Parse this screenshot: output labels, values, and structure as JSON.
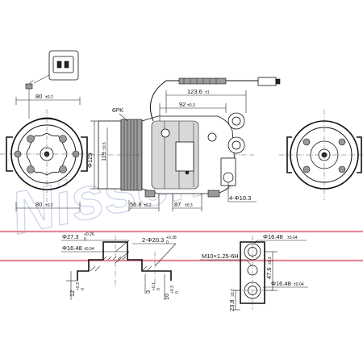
{
  "watermark": "Nissens",
  "colors": {
    "band": "#e6879a",
    "watermark": "#a9b8d4",
    "line": "#111111"
  },
  "dimensions": {
    "width_80_top": "80",
    "width_80_top_tol": "±0.2",
    "width_80_bottom": "80",
    "width_80_bottom_tol": "±0.2",
    "pulley_6pk": "6PK",
    "pulley_dia": "Φ125",
    "height_119": "119",
    "height_119_tol": "±0.5",
    "len_123": "123.6",
    "len_123_tol": "±1",
    "len_92": "92",
    "len_92_tol": "±0.3",
    "len_56": "56.8",
    "len_56_tol": "±0.2",
    "len_87": "87",
    "len_87_tol": "±0.3",
    "holes": "4-Φ10.3",
    "fit_27": "Φ27.3",
    "fit_27_tol_up": "+0.26",
    "fit_27_tol_dn": "0",
    "fit_16_left": "Φ16.48",
    "fit_16_left_tol": "±0.04",
    "fit_20": "2-Φ20.3",
    "fit_20_tol_up": "+0.28",
    "fit_20_tol_dn": "0",
    "thread": "M10×1.25-6H",
    "fit_16_right_top": "Φ16.48",
    "fit_16_right_top_tol": "±0.04",
    "depth_47": "47.6",
    "depth_47_tol": "±0.2",
    "fit_16_right_bot": "Φ16.48",
    "fit_16_right_bot_tol": "±0.04",
    "depth_23": "23.8",
    "depth_23_tol": "±0.2",
    "h_12": "12",
    "h_12_tol_up": "+0.3",
    "h_12_tol_dn": "0",
    "h_3": "3",
    "h_3_tol_up": "+0.1",
    "h_3_tol_dn": "0",
    "h_10": "10",
    "h_10_tol_up": "+0.3",
    "h_10_tol_dn": "0"
  }
}
